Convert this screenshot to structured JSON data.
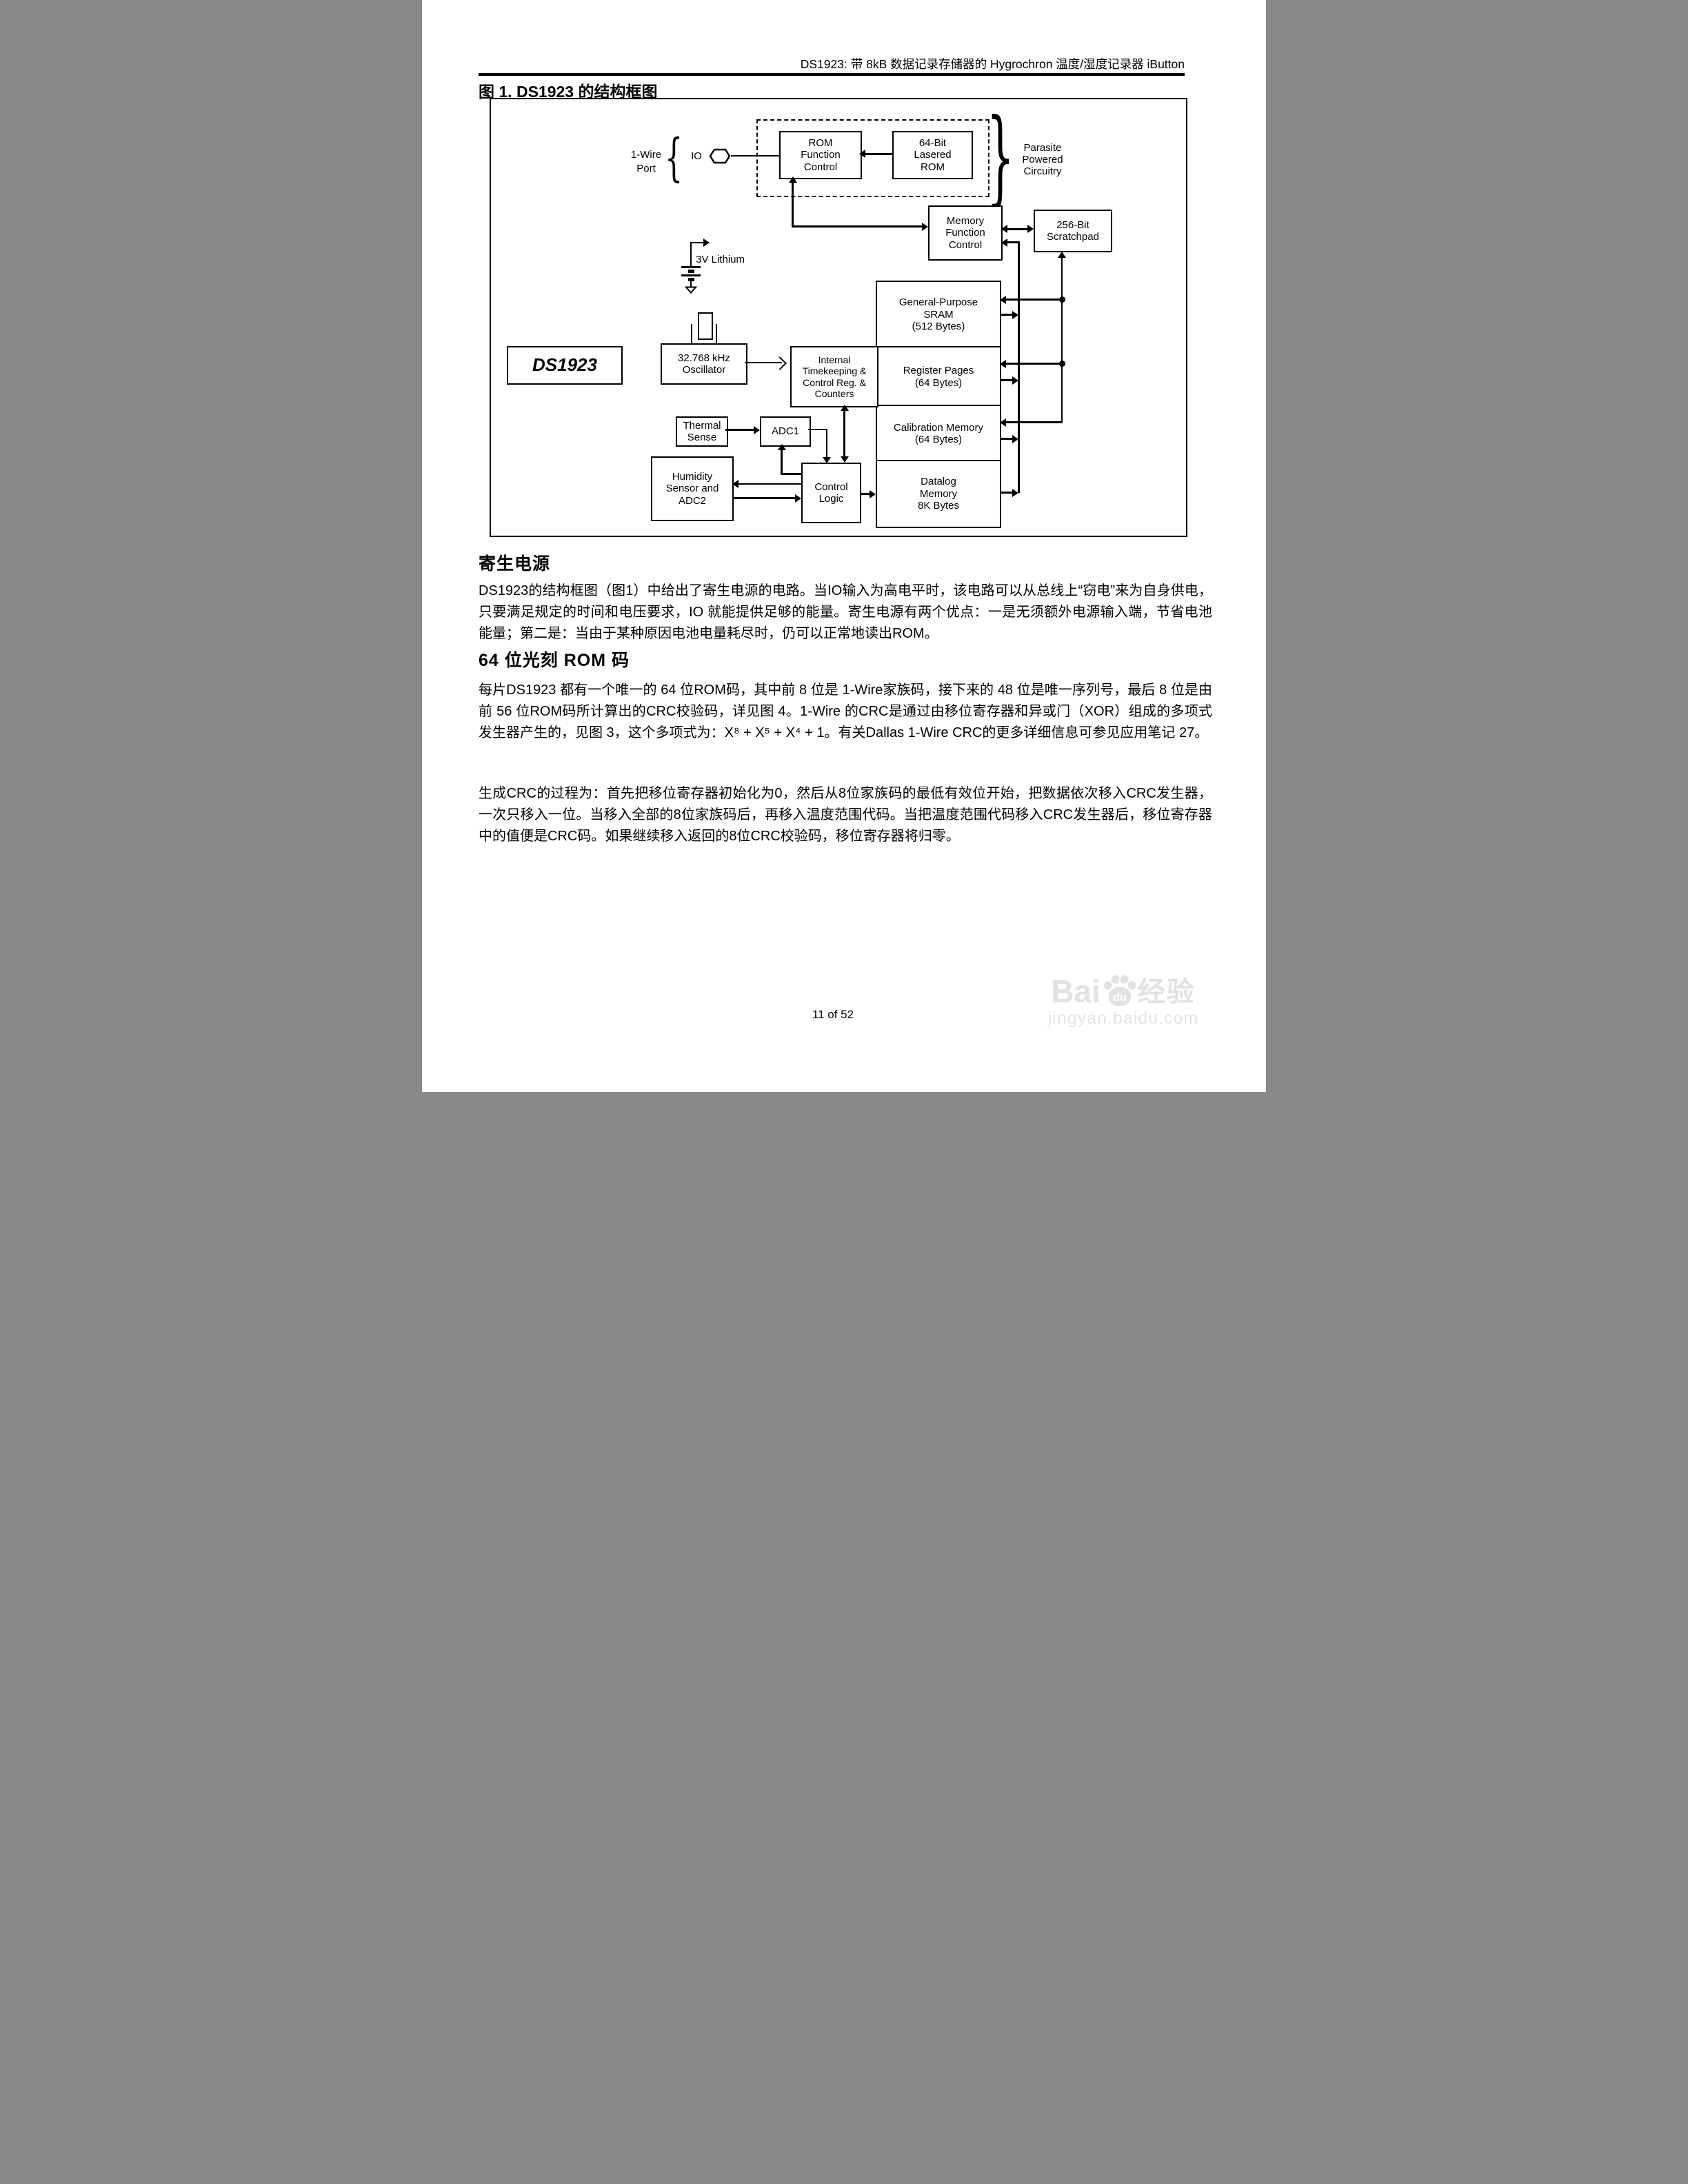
{
  "header": {
    "title": "DS1923: 带 8kB 数据记录存储器的 Hygrochron 温度/湿度记录器 iButton"
  },
  "figure": {
    "heading": "图 1. DS1923 的结构框图",
    "boxes": {
      "one_wire_port": "1-Wire\nPort",
      "io": "IO",
      "rom_function_control": "ROM\nFunction\nControl",
      "lasered_rom": "64-Bit\nLasered\nROM",
      "parasite": "Parasite\nPowered\nCircuitry",
      "memory_function_control": "Memory\nFunction\nControl",
      "scratchpad": "256-Bit\nScratchpad",
      "lithium": "3V Lithium",
      "sram": "General-Purpose\nSRAM\n(512 Bytes)",
      "ds1923": "DS1923",
      "oscillator": "32.768 kHz\nOscillator",
      "timekeeping": "Internal\nTimekeeping &\nControl Reg. &\nCounters",
      "register_pages": "Register Pages\n(64 Bytes)",
      "calibration": "Calibration Memory\n(64 Bytes)",
      "thermal": "Thermal\nSense",
      "adc1": "ADC1",
      "control_logic": "Control\nLogic",
      "humidity": "Humidity\nSensor and\nADC2",
      "datalog": "Datalog\nMemory\n8K Bytes"
    }
  },
  "sections": {
    "parasite": {
      "heading": "寄生电源",
      "body": "DS1923的结构框图（图1）中给出了寄生电源的电路。当IO输入为高电平时，该电路可以从总线上“窃电”来为自身供电，只要满足规定的时间和电压要求，IO 就能提供足够的能量。寄生电源有两个优点：一是无须额外电源输入端，节省电池能量；第二是：当由于某种原因电池电量耗尽时，仍可以正常地读出ROM。"
    },
    "rom": {
      "heading": "64 位光刻 ROM 码",
      "para1": "每片DS1923 都有一个唯一的 64 位ROM码，其中前 8 位是 1-Wire家族码，接下来的 48 位是唯一序列号，最后 8 位是由前 56 位ROM码所计算出的CRC校验码，详见图 4。1-Wire 的CRC是通过由移位寄存器和异或门（XOR）组成的多项式发生器产生的，见图 3，这个多项式为：X⁸ + X⁵ + X⁴ + 1。有关Dallas 1-Wire CRC的更多详细信息可参见应用笔记 27。",
      "para2": "生成CRC的过程为：首先把移位寄存器初始化为0，然后从8位家族码的最低有效位开始，把数据依次移入CRC发生器，一次只移入一位。当移入全部的8位家族码后，再移入温度范围代码。当把温度范围代码移入CRC发生器后，移位寄存器中的值便是CRC码。如果继续移入返回的8位CRC校验码，移位寄存器将归零。"
    }
  },
  "footer": {
    "page": "11 of 52"
  },
  "watermark": {
    "bai": "Bai",
    "du": "du",
    "jingyan": "经验",
    "url": "jingyan.baidu.com"
  }
}
